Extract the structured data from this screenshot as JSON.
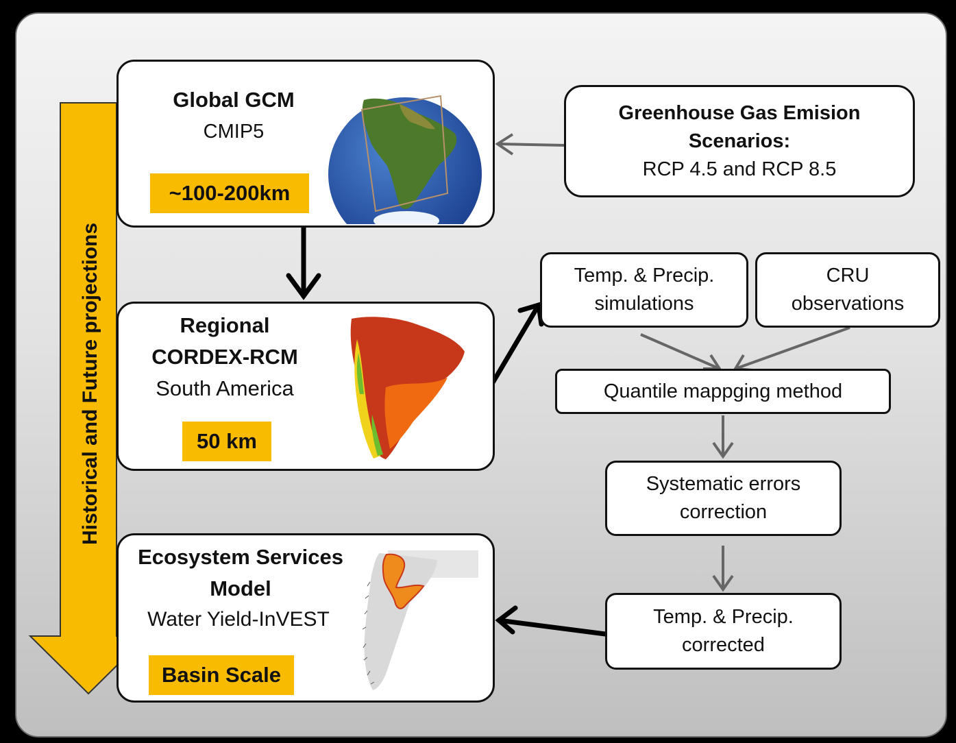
{
  "timeline": {
    "label": "Historical and Future projections",
    "color": "#f9bb00"
  },
  "gcm": {
    "title": "Global GCM",
    "subtitle": "CMIP5",
    "resolution": "~100-200km"
  },
  "rcm": {
    "title_line1": "Regional",
    "title_line2": "CORDEX-RCM",
    "subtitle": "South America",
    "resolution": "50 km"
  },
  "ess": {
    "title_line1": "Ecosystem Services",
    "title_line2": "Model",
    "subtitle": "Water Yield-InVEST",
    "resolution": "Basin Scale"
  },
  "ghg": {
    "line1": "Greenhouse Gas Emision",
    "line2": "Scenarios:",
    "line3": "RCP 4.5  and RCP 8.5"
  },
  "sim": {
    "line1": "Temp. & Precip.",
    "line2": "simulations"
  },
  "cru": {
    "line1": "CRU",
    "line2": "observations"
  },
  "quantile": {
    "label": "Quantile mappging method"
  },
  "systematic": {
    "line1": "Systematic errors",
    "line2": "correction"
  },
  "corrected": {
    "line1": "Temp. & Precip.",
    "line2": "corrected"
  }
}
